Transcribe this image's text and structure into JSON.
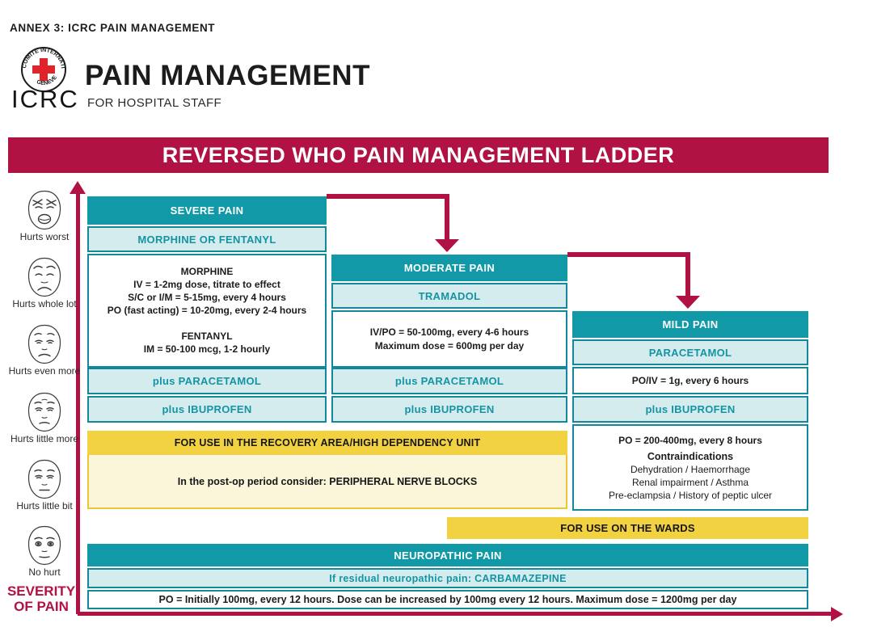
{
  "page": {
    "annex_label": "ANNEX 3: ICRC PAIN MANAGEMENT",
    "logo": {
      "org": "ICRC",
      "ring_top": "COMITE INTERNATIONAL",
      "ring_bottom": "GENEVE"
    },
    "title": "PAIN MANAGEMENT",
    "subtitle": "FOR HOSPITAL STAFF",
    "banner": "REVERSED WHO PAIN MANAGEMENT LADDER"
  },
  "axis": {
    "y_label_line1": "SEVERITY",
    "y_label_line2": "OF PAIN",
    "faces": [
      {
        "label": "Hurts worst"
      },
      {
        "label": "Hurts whole lot"
      },
      {
        "label": "Hurts even more"
      },
      {
        "label": "Hurts little more"
      },
      {
        "label": "Hurts little bit"
      },
      {
        "label": "No hurt"
      }
    ]
  },
  "ladder": {
    "severe": {
      "header": "SEVERE PAIN",
      "drug": "MORPHINE OR FENTANYL",
      "details": [
        "MORPHINE",
        "IV = 1-2mg dose, titrate to effect",
        "S/C or I/M = 5-15mg, every 4 hours",
        "PO (fast acting) = 10-20mg, every 2-4 hours",
        "",
        "FENTANYL",
        "IM = 50-100 mcg, 1-2 hourly"
      ],
      "adjunct1": "plus PARACETAMOL",
      "adjunct2": "plus IBUPROFEN"
    },
    "moderate": {
      "header": "MODERATE PAIN",
      "drug": "TRAMADOL",
      "details": [
        "IV/PO = 50-100mg, every 4-6 hours",
        "Maximum dose = 600mg per day"
      ],
      "adjunct1": "plus PARACETAMOL",
      "adjunct2": "plus IBUPROFEN"
    },
    "mild": {
      "header": "MILD PAIN",
      "drug": "PARACETAMOL",
      "dose": "PO/IV = 1g, every 6 hours",
      "adjunct2": "plus IBUPROFEN",
      "ibuprofen_dose": "PO = 200-400mg, every 8 hours",
      "contra_title": "Contraindications",
      "contra_lines": [
        "Dehydration / Haemorrhage",
        "Renal impairment / Asthma",
        "Pre-eclampsia / History of peptic ulcer"
      ]
    },
    "recovery_note": {
      "header": "FOR USE IN THE RECOVERY AREA/HIGH DEPENDENCY UNIT",
      "body": "In the post-op period consider: PERIPHERAL NERVE BLOCKS"
    },
    "wards_note": "FOR USE ON THE WARDS",
    "neuropathic": {
      "header": "NEUROPATHIC PAIN",
      "drug": "If residual neuropathic pain: CARBAMAZEPINE",
      "dose": "PO = Initially 100mg, every 12 hours. Dose can be increased by 100mg every 12 hours. Maximum dose = 1200mg per day"
    }
  },
  "colors": {
    "teal": "#1199a7",
    "teal_light": "#d5ecef",
    "teal_border": "#13889a",
    "crimson": "#b01243",
    "yellow": "#f3d242",
    "yellow_pale": "#fbf6da",
    "cross_red": "#e0242a"
  }
}
